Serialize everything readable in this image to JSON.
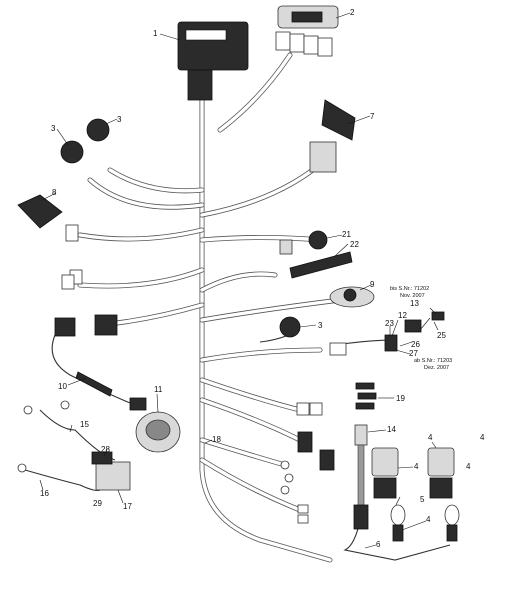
{
  "callouts": {
    "c1": "1",
    "c2": "2",
    "c3a": "3",
    "c3b": "3",
    "c3c": "3",
    "c4a": "4",
    "c4b": "4",
    "c4c": "4",
    "c4d": "4",
    "c4e": "4",
    "c5": "5",
    "c6": "6",
    "c7": "7",
    "c8": "8",
    "c9": "9",
    "c10": "10",
    "c11": "11",
    "c12": "12",
    "c13": "13",
    "c14": "14",
    "c15": "15",
    "c16": "16",
    "c17": "17",
    "c18": "18",
    "c19": "19",
    "c21": "21",
    "c22": "22",
    "c23": "23",
    "c25": "25",
    "c26": "26",
    "c27": "27",
    "c28": "28",
    "c29": "29"
  },
  "notes": {
    "bis_line1": "bis S.Nr.: 71202",
    "bis_line2": "Nov. 2007",
    "ab_line1": "ab S.Nr.: 71203",
    "ab_line2": "Dez. 2007"
  },
  "colors": {
    "ink": "#111111",
    "part": "#2b2b2b",
    "light": "#d9d9d9",
    "paper": "#ffffff"
  }
}
